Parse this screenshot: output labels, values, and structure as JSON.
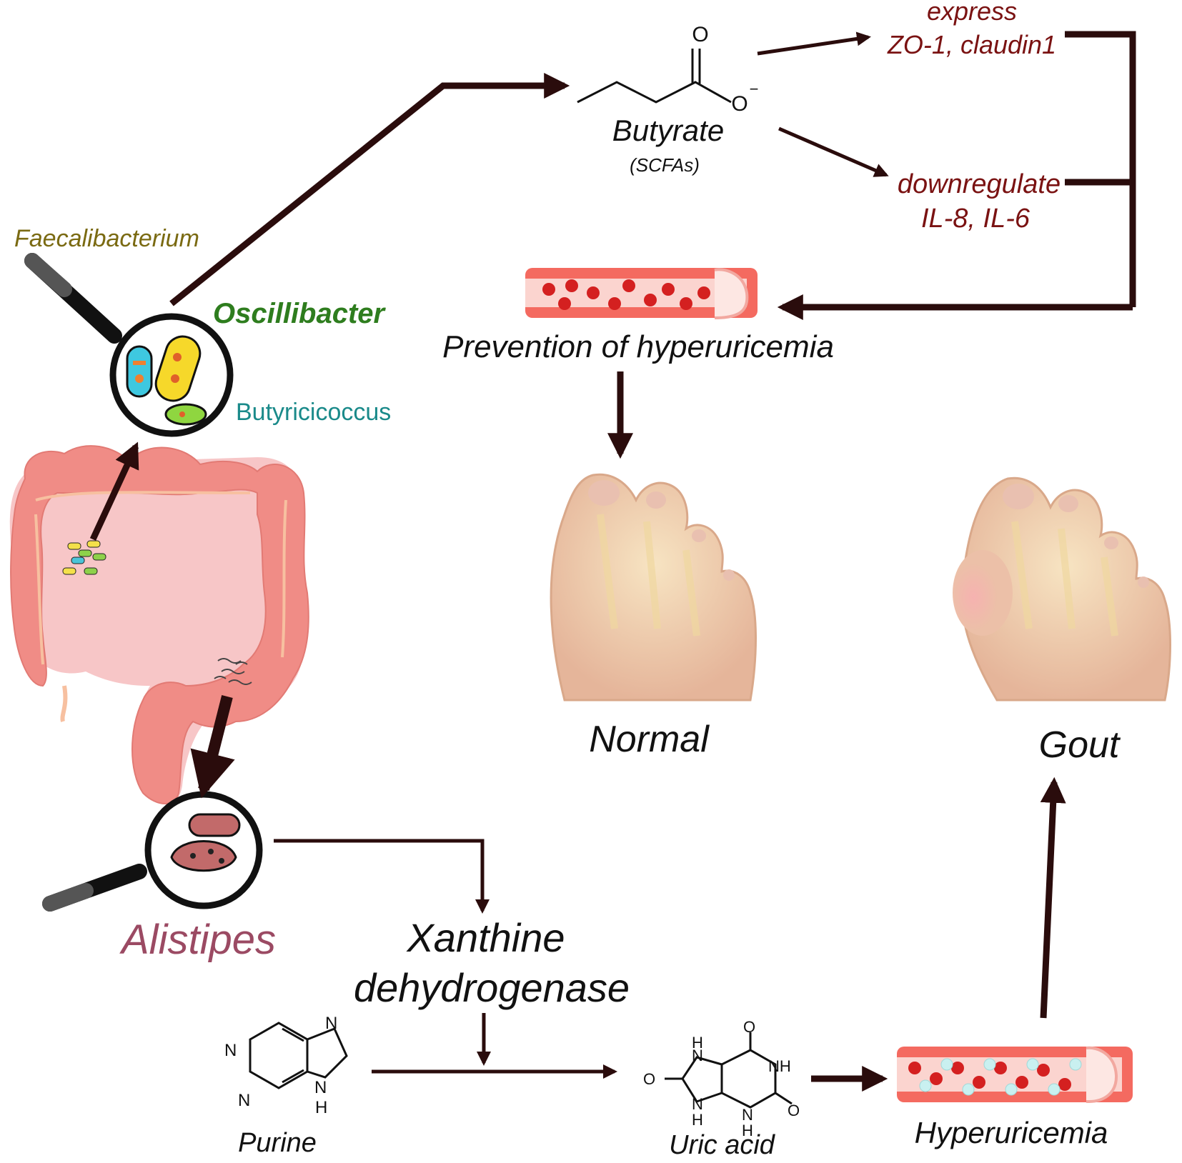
{
  "labels": {
    "faecalibacterium": "Faecalibacterium",
    "oscillibacter": "Oscillibacter",
    "butyricicoccus": "Butyricicoccus",
    "alistipes": "Alistipes",
    "butyrate": "Butyrate",
    "scfas": "(SCFAs)",
    "express_line1": "express",
    "express_line2": "ZO-1, claudin1",
    "downregulate_line1": "downregulate",
    "downregulate_line2": "IL-8, IL-6",
    "prevention": "Prevention of hyperuricemia",
    "normal": "Normal",
    "gout": "Gout",
    "xanthine_line1": "Xanthine",
    "xanthine_line2": "dehydrogenase",
    "purine": "Purine",
    "uric_acid": "Uric acid",
    "hyperuricemia": "Hyperuricemia"
  },
  "chem": {
    "carbonyl_o": "O",
    "oxide_o": "O",
    "charge": "−",
    "n": "N",
    "h": "H",
    "nh": "NH",
    "o": "O"
  },
  "colors": {
    "arrow": "#2a0c0c",
    "faecalibacterium": "#7a6a12",
    "oscillibacter": "#2e7d1e",
    "butyricicoccus": "#1a8a8a",
    "alistipes": "#9b4a63",
    "effect_text": "#7a1212",
    "colon": "#f08c86",
    "vessel": "#f46a60",
    "rbc": "#d42020"
  }
}
